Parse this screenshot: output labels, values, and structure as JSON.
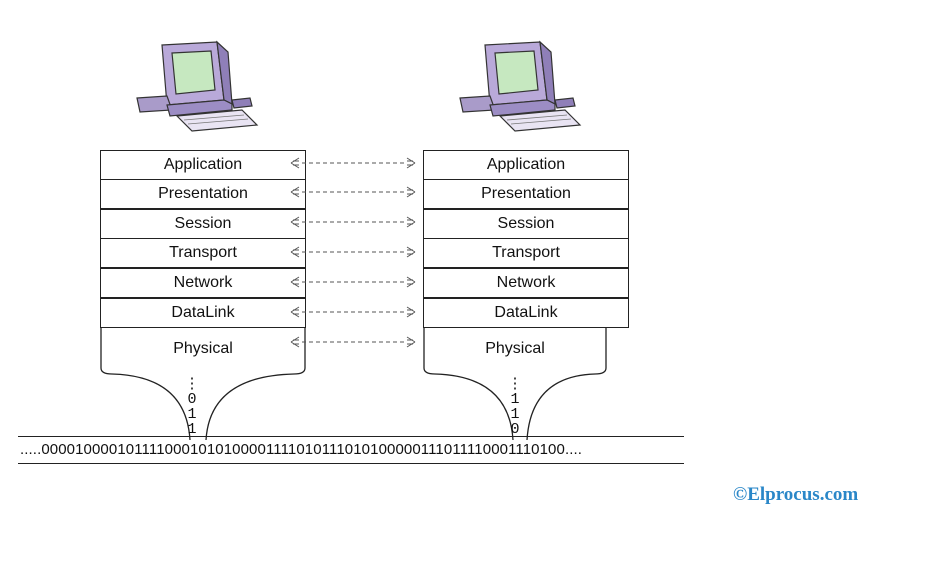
{
  "layers_left": [
    "Application",
    "Presentation",
    "Session",
    "Transport",
    "Network",
    "DataLink",
    "Physical"
  ],
  "layers_right": [
    "Application",
    "Presentation",
    "Session",
    "Transport",
    "Network",
    "DataLink",
    "Physical"
  ],
  "left_bits": [
    "⋮",
    "0",
    "1",
    "1"
  ],
  "right_bits": [
    "⋮",
    "1",
    "1",
    "0"
  ],
  "bitstream": ".....0000100001011110001010100001111010111010100000111011110001110100....",
  "watermark": "©Elprocus.com",
  "colors": {
    "monitor_case": "#b9a9d9",
    "screen": "#c6e8c0",
    "watermark": "#2a87c8"
  },
  "icons": [
    "computer-icon",
    "dashed-double-arrow-icon"
  ]
}
